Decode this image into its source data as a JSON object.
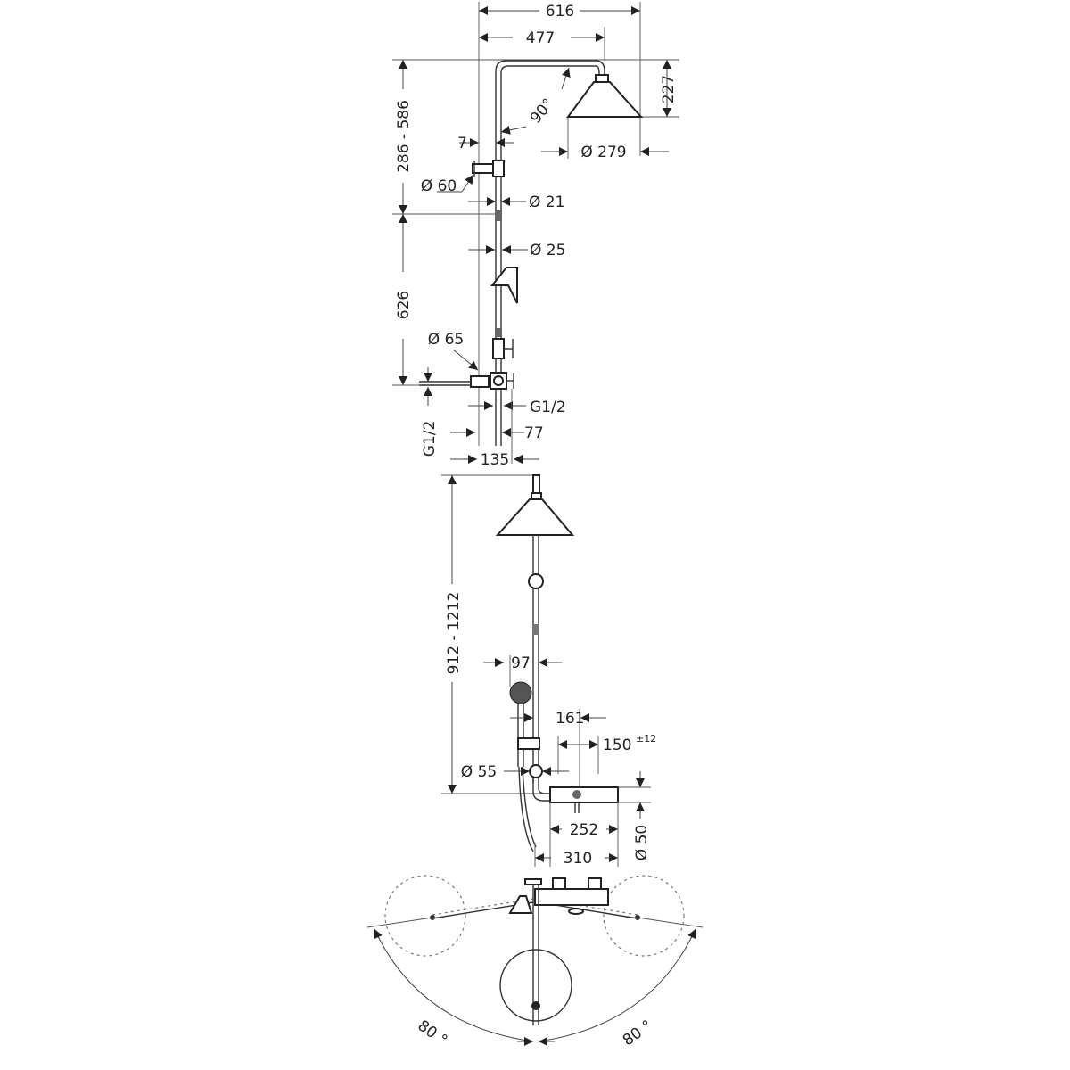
{
  "drawing": {
    "top_view": {
      "width_overall": "616",
      "arm_length": "477",
      "head_height": "227",
      "arm_angle": "90°",
      "wall_offset": "7",
      "head_diameter": "Ø 279",
      "upper_height_range": "286 - 586",
      "rosette_diameter": "Ø 60",
      "upper_pipe_diameter": "Ø 21",
      "lower_pipe_diameter": "Ø 25",
      "lower_height": "626",
      "valve_rosette_diameter": "Ø 65",
      "thread_horizontal": "G1/2",
      "thread_vertical": "G1/2",
      "depth_77": "77",
      "depth_135": "135"
    },
    "bottom_view": {
      "height_range": "912 - 1212",
      "hand_shower_offset": "97",
      "offset_161": "161",
      "centre_distance": "150",
      "centre_tolerance": "±12",
      "connector_diameter": "Ø 55",
      "thermostat_width": "252",
      "overall_width": "310",
      "thermostat_diameter": "Ø 50"
    },
    "plan_view": {
      "swivel_left": "80 °",
      "swivel_right": "80 °"
    }
  }
}
